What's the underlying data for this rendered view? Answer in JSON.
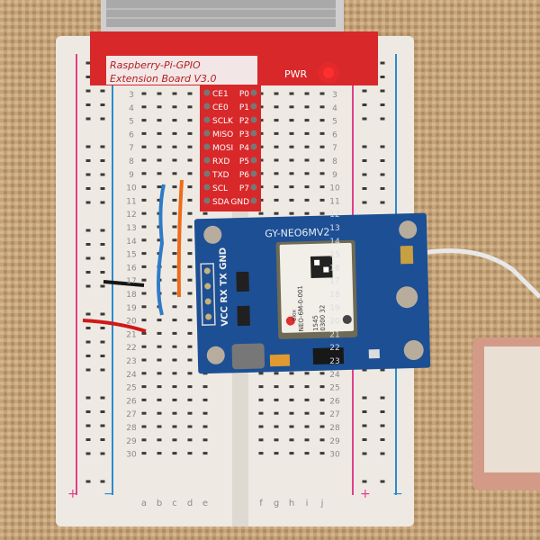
{
  "extension_board": {
    "title_line1": "Raspberry-Pi-GPIO",
    "title_line2": "Extension Board V3.0",
    "power_label": "PWR",
    "pins_left": [
      "CE1",
      "CE0",
      "SCLK",
      "MISO",
      "MOSI",
      "RXD",
      "TXD",
      "SCL",
      "SDA"
    ],
    "pins_right": [
      "P0",
      "P1",
      "P2",
      "P3",
      "P4",
      "P5",
      "P6",
      "P7",
      "GND"
    ]
  },
  "gps_module": {
    "title": "GY-NEO6MV2",
    "header_pins": "VCC RX TX GND",
    "chip_brand": "blox",
    "chip_model": "NEO-6M-0-001",
    "chip_line2": "1545",
    "chip_line3": "0300 32"
  },
  "breadboard": {
    "column_letters_left": [
      "a",
      "b",
      "c",
      "d",
      "e"
    ],
    "column_letters_right": [
      "f",
      "g",
      "h",
      "i",
      "j"
    ],
    "rail_plus": "+",
    "rail_minus": "−",
    "row_numbers": [
      "3",
      "4",
      "5",
      "6",
      "7",
      "8",
      "9",
      "10",
      "11",
      "12",
      "13",
      "14",
      "15",
      "16",
      "17",
      "18",
      "19",
      "20",
      "21",
      "22",
      "23",
      "24",
      "25",
      "26",
      "27",
      "28",
      "29",
      "30"
    ]
  },
  "colors": {
    "carpet": "#c4a37a",
    "breadboard": "#eeeae3",
    "extension_board": "#d8282a",
    "gps_board": "#1d4f94",
    "rail_red": "#e0408a",
    "rail_blue": "#2a8ad0",
    "power_led": "#ff3030"
  }
}
